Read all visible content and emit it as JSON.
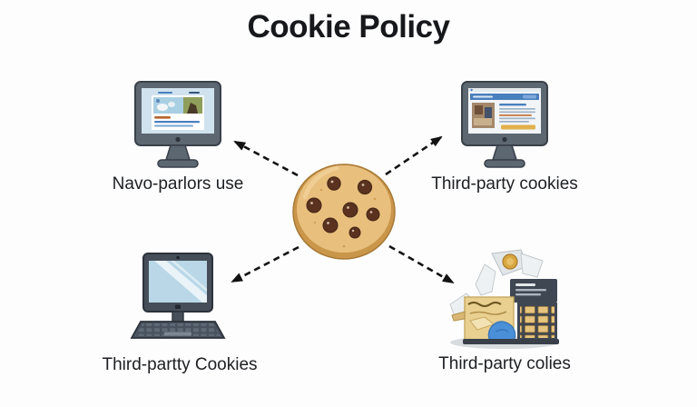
{
  "title": "Cookie Policy",
  "center": {
    "icon": "chocolate-chip-cookie-icon"
  },
  "nodes": [
    {
      "position": "top-left",
      "icon": "desktop-monitor-webpage-icon",
      "label": "Navo-parlors use"
    },
    {
      "position": "top-right",
      "icon": "desktop-monitor-article-icon",
      "label": "Third-party cookies"
    },
    {
      "position": "bottom-left",
      "icon": "desktop-computer-keyboard-icon",
      "label": "Third-partty Cookies"
    },
    {
      "position": "bottom-right",
      "icon": "cookie-shop-packages-icon",
      "label": "Third-party colies"
    }
  ],
  "colors": {
    "background": "#fdfdfd",
    "title_text": "#17181b",
    "label_text": "#1d1f23",
    "arrow": "#121212",
    "cookie_edge": "#c9964a",
    "cookie_base": "#e8bf7d",
    "cookie_chip": "#5a321f",
    "monitor_bezel": "#5d6771",
    "monitor_bezel_dark": "#454e59",
    "screen_blue": "#cfe2ee",
    "accent_blue": "#4a7fbd",
    "accent_yellow": "#e2b14b"
  }
}
